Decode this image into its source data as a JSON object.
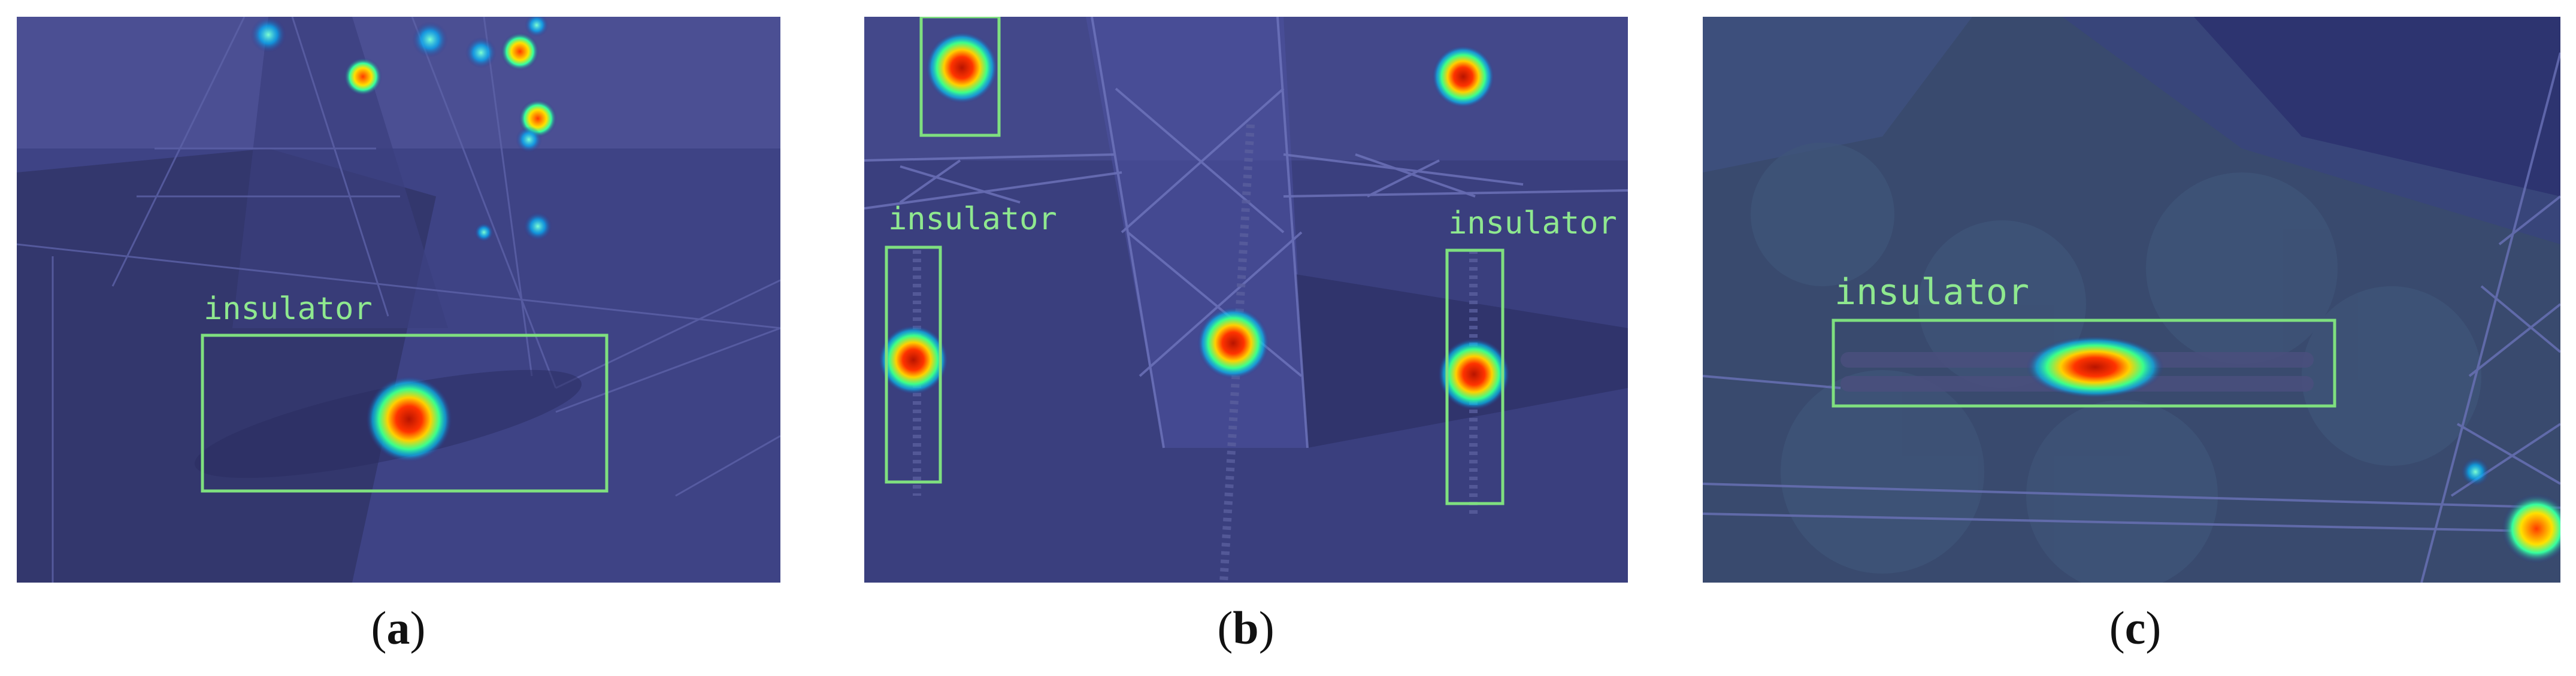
{
  "panels": [
    {
      "id": "a",
      "caption_letter": "a",
      "detections": [
        {
          "label": "insulator"
        }
      ]
    },
    {
      "id": "b",
      "caption_letter": "b",
      "detections": [
        {
          "label": "insulator"
        },
        {
          "label": "insulator"
        }
      ]
    },
    {
      "id": "c",
      "caption_letter": "c",
      "detections": [
        {
          "label": "insulator"
        }
      ]
    }
  ],
  "colors": {
    "overlay": "#2c2f7a",
    "box": "#7fe07f",
    "heat_hot": "#ff2a00",
    "heat_warm": "#ffd000",
    "heat_cool": "#00d2ff"
  }
}
